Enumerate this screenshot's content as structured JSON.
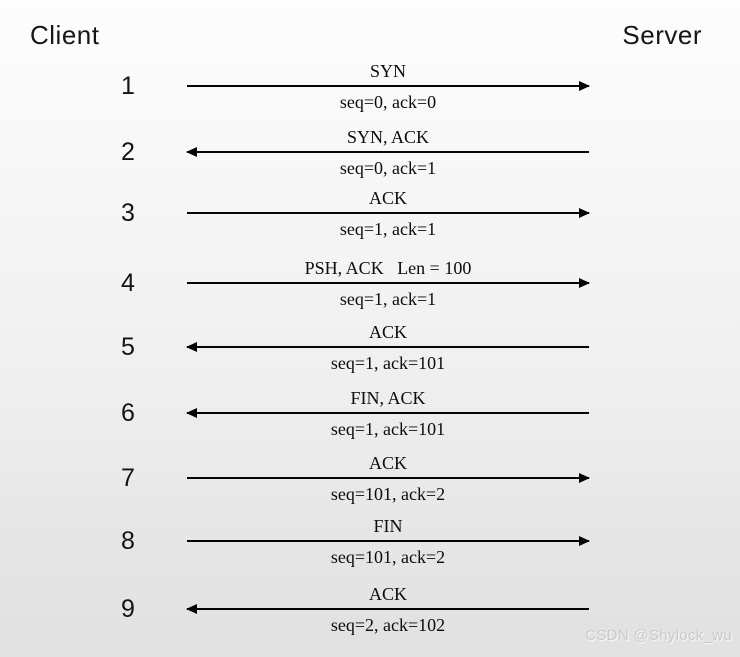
{
  "header": {
    "client_label": "Client",
    "server_label": "Server"
  },
  "watermark": "CSDN @Shylock_wu",
  "colors": {
    "arrow": "#050505",
    "text": "#0c0c0c",
    "watermark_text": "#c9c9c9",
    "background_top": "#fdfdfd",
    "background_bottom": "#e1e1e1"
  },
  "diagram": {
    "type": "tcp-sequence-diagram",
    "participants": [
      "Client",
      "Server"
    ],
    "messages": [
      {
        "num": "1",
        "direction": "right",
        "flags": "SYN",
        "detail": "seq=0, ack=0"
      },
      {
        "num": "2",
        "direction": "left",
        "flags": "SYN, ACK",
        "detail": "seq=0, ack=1"
      },
      {
        "num": "3",
        "direction": "right",
        "flags": "ACK",
        "detail": "seq=1, ack=1"
      },
      {
        "num": "4",
        "direction": "right",
        "flags": "PSH, ACK   Len = 100",
        "detail": "seq=1, ack=1"
      },
      {
        "num": "5",
        "direction": "left",
        "flags": "ACK",
        "detail": "seq=1, ack=101"
      },
      {
        "num": "6",
        "direction": "left",
        "flags": "FIN, ACK",
        "detail": "seq=1, ack=101"
      },
      {
        "num": "7",
        "direction": "right",
        "flags": "ACK",
        "detail": "seq=101, ack=2"
      },
      {
        "num": "8",
        "direction": "right",
        "flags": "FIN",
        "detail": "seq=101, ack=2"
      },
      {
        "num": "9",
        "direction": "left",
        "flags": "ACK",
        "detail": "seq=2, ack=102"
      }
    ]
  }
}
